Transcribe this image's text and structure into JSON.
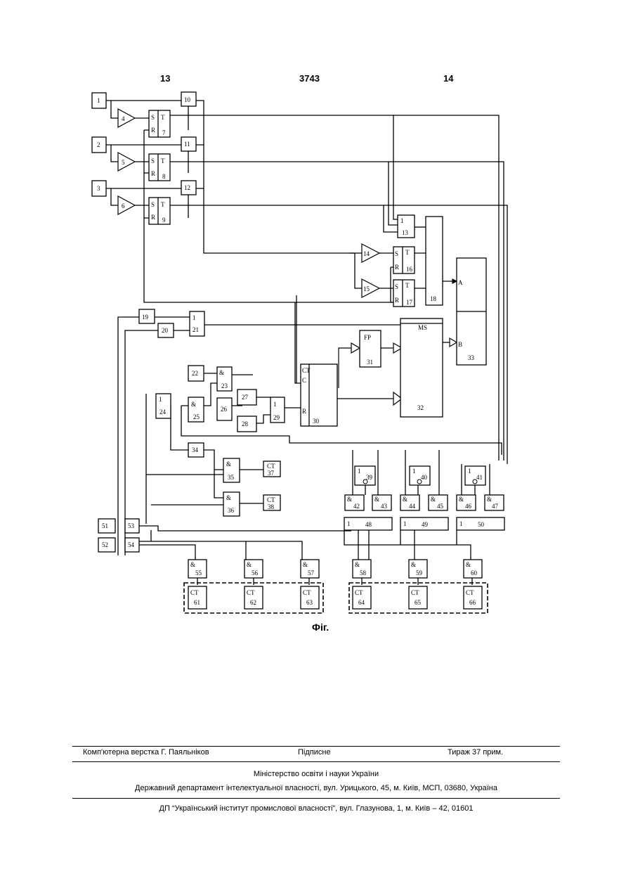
{
  "header": {
    "left_page": "13",
    "patent_number": "3743",
    "right_page": "14"
  },
  "blocks": {
    "b1": "1",
    "b2": "2",
    "b3": "3",
    "b4": "4",
    "b5": "5",
    "b6": "6",
    "b7": "7",
    "b8": "8",
    "b9": "9",
    "b10": "10",
    "b11": "11",
    "b12": "12",
    "b13": "13",
    "b14": "14",
    "b15": "15",
    "b16": "16",
    "b17": "17",
    "b18": "18",
    "b19": "19",
    "b20": "20",
    "b21": "21",
    "b22": "22",
    "b23": "23",
    "b24": "24",
    "b25": "25",
    "b26": "26",
    "b27": "27",
    "b28": "28",
    "b29": "29",
    "b30": "30",
    "b31": "31",
    "b32": "32",
    "b33": "33",
    "b34": "34",
    "b35": "35",
    "b36": "36",
    "b37": "37",
    "b38": "38",
    "b39": "39",
    "b40": "40",
    "b41": "41",
    "b42": "42",
    "b43": "43",
    "b44": "44",
    "b45": "45",
    "b46": "46",
    "b47": "47",
    "b48": "48",
    "b49": "49",
    "b50": "50",
    "b51": "51",
    "b52": "52",
    "b53": "53",
    "b54": "54",
    "b55": "55",
    "b56": "56",
    "b57": "57",
    "b58": "58",
    "b59": "59",
    "b60": "60",
    "b61": "61",
    "b62": "62",
    "b63": "63",
    "b64": "64",
    "b65": "65",
    "b66": "66"
  },
  "symbols": {
    "set": "S",
    "reset": "R",
    "trigger": "T",
    "and": "&",
    "or": "1",
    "counter": "CT",
    "counter_c": "C",
    "counter_r": "R",
    "fp": "FP",
    "ms": "MS",
    "port_a": "A",
    "port_b": "B"
  },
  "caption": "Фіг.",
  "footer": {
    "layout": "Комп'ютерна верстка Г. Паяльніков",
    "signed": "Підписне",
    "circulation": "Тираж 37 прим.",
    "ministry": "Міністерство освіти і науки України",
    "department": "Державний департамент інтелектуальної власності, вул. Урицького, 45, м. Київ, МСП, 03680, Україна",
    "institute": "ДП “Український інститут промислової власності”, вул. Глазунова, 1, м. Київ – 42, 01601"
  }
}
